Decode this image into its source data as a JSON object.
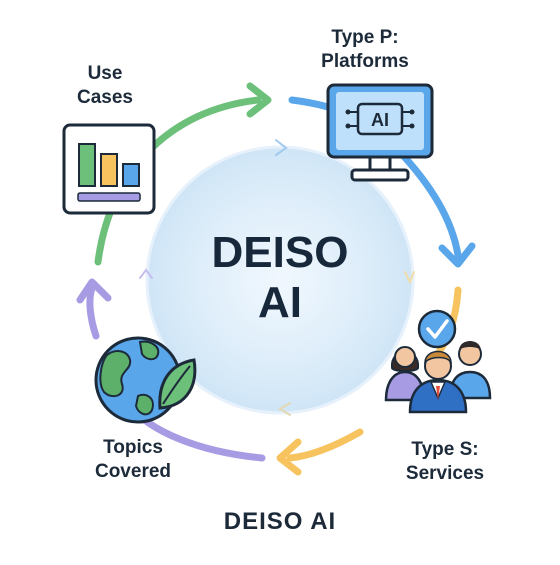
{
  "diagram": {
    "center": {
      "line1": "DEISO",
      "line2": "AI"
    },
    "nodes": {
      "use_cases": {
        "line1": "Use",
        "line2": "Cases",
        "icon": "bar-chart-icon"
      },
      "platforms": {
        "line1": "Type P:",
        "line2": "Platforms",
        "icon": "monitor-ai-icon",
        "screen_text": "AI"
      },
      "services": {
        "line1": "Type S:",
        "line2": "Services",
        "icon": "people-checkmark-icon"
      },
      "topics": {
        "line1": "Topics",
        "line2": "Covered",
        "icon": "globe-leaf-icon"
      }
    },
    "footer": "DEISO AI"
  },
  "colors": {
    "arc_green": "#6cc07a",
    "arc_blue": "#5aa6ea",
    "arc_orange": "#f7c35f",
    "arc_purple": "#a79be3",
    "center_fill": "#d5e9f8",
    "text": "#1c2a3a"
  }
}
